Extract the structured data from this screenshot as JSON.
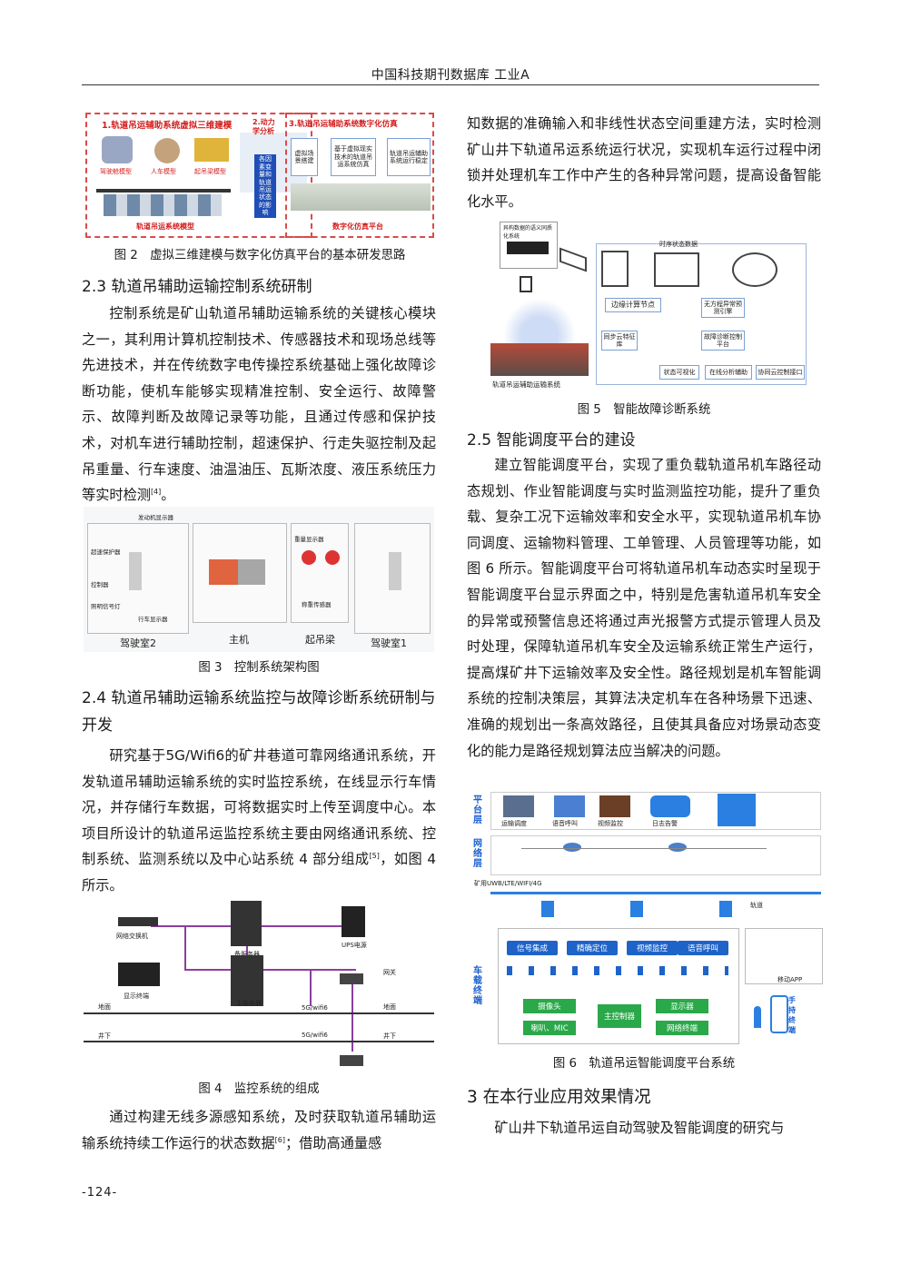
{
  "header": {
    "title": "中国科技期刊数据库 工业A"
  },
  "page_number": "-124-",
  "left": {
    "fig2": {
      "caption": "图 2　虚拟三维建模与数字化仿真平台的基本研发思路",
      "left_title": "1.轨道吊运辅助系统虚拟三维建模",
      "mid_title": "2.动力学分析",
      "right_title": "3.轨道吊运辅助系统数字化仿真",
      "model_labels": [
        "驾驶舱模型",
        "人车模型",
        "起吊梁模型"
      ],
      "system_model": "轨道吊运系统模型",
      "mid_box": "各因素变量和轨道吊运状态的影响",
      "sim_boxes": [
        "虚拟场景搭建",
        "基于虚拟现实技术的轨道吊运系统仿真",
        "轨道吊运辅助系统运行稳定"
      ],
      "platform": "数字化仿真平台"
    },
    "s23": {
      "heading": "2.3 轨道吊辅助运输控制系统研制",
      "p1": "控制系统是矿山轨道吊辅助运输系统的关键核心模块之一，其利用计算机控制技术、传感器技术和现场总线等先进技术，并在传统数字电传操控系统基础上强化故障诊断功能，使机车能够实现精准控制、安全运行、故障警示、故障判断及故障记录等功能，且通过传感和保护技术，对机车进行辅助控制，超速保护、行走失驱控制及起吊重量、行车速度、油温油压、瓦斯浓度、液压系统压力等实时检测",
      "p1_ref": "[4]",
      "p1_end": "。"
    },
    "fig3": {
      "caption": "图 3　控制系统架构图",
      "sections": [
        "驾驶室2",
        "主机",
        "起吊梁",
        "驾驶室1"
      ],
      "small_labels": [
        "超速保护器",
        "控制器",
        "照明信号灯",
        "发动机显示器",
        "行车显示器",
        "重量显示器",
        "称重传感器"
      ]
    },
    "s24": {
      "heading": "2.4 轨道吊辅助运输系统监控与故障诊断系统研制与开发",
      "p1": "研究基于5G/Wifi6的矿井巷道可靠网络通讯系统，开发轨道吊辅助运输系统的实时监控系统，在线显示行车情况，并存储行车数据，可将数据实时上传至调度中心。本项目所设计的轨道吊运监控系统主要由网络通讯系统、控制系统、监测系统以及中心站系统 4 部分组成",
      "p1_ref": "[5]",
      "p1_end": "，如图 4 所示。"
    },
    "fig4": {
      "caption": "图 4　监控系统的组成",
      "labels": {
        "switch": "网络交换机",
        "backup": "备服务器",
        "ups": "UPS电源",
        "display": "显示终端",
        "main": "主服务器",
        "gateway": "网关",
        "ground": "地面",
        "underground": "井下",
        "wifi": "5G/wifi6"
      }
    },
    "p_end": "通过构建无线多源感知系统，及时获取轨道吊辅助运输系统持续工作运行的状态数据",
    "p_end_ref": "[6]",
    "p_end_tail": "；借助高通量感"
  },
  "right": {
    "p_top": "知数据的准确输入和非线性状态空间重建方法，实时检测矿山井下轨道吊运系统运行状况，实现机车运行过程中闭锁并处理机车工作中产生的各种异常问题，提高设备智能化水平。",
    "fig5": {
      "caption": "图 5　智能故障诊断系统",
      "labels": {
        "hetero": "异构数据的语义同质化系统",
        "ts": "时序状态数据",
        "edge": "边缘计算节点",
        "sync": "同步云特征库",
        "engine": "无方程异常预测引擎",
        "diag": "故障诊断控制平台",
        "viz": "状态可视化",
        "online": "在线分析辅助",
        "coop": "协同云控制接口",
        "system": "轨道吊运辅助运输系统"
      }
    },
    "s25": {
      "heading": "2.5 智能调度平台的建设",
      "p1": "建立智能调度平台，实现了重负载轨道吊机车路径动态规划、作业智能调度与实时监测监控功能，提升了重负载、复杂工况下运输效率和安全水平，实现轨道吊机车协同调度、运输物料管理、工单管理、人员管理等功能，如图 6 所示。智能调度平台可将轨道吊机车动态实时呈现于智能调度平台显示界面之中，特别是危害轨道吊机车安全的异常或预警信息还将通过声光报警方式提示管理人员及时处理，保障轨道吊机车安全及运输系统正常生产运行，提高煤矿井下运输效率及安全性。路径规划是机车智能调系统的控制决策层，其算法决定机车在各种场景下迅速、准确的规划出一条高效路径，且使其具备应对场景动态变化的能力是路径规划算法应当解决的问题。"
    },
    "fig6": {
      "caption": "图 6　轨道吊运智能调度平台系统",
      "layers": [
        "平台层",
        "网络层",
        "车载终端",
        "手持终端"
      ],
      "platform_items": [
        "运输调度",
        "语音呼叫",
        "视频监控",
        "日志告警"
      ],
      "network_line": "矿用UWB/LTE/WIFI/4G",
      "track": "轨道",
      "functions": [
        "信号集成",
        "精确定位",
        "视频监控",
        "语音呼叫"
      ],
      "devices": [
        "摄像头",
        "显示器",
        "主控制器",
        "喇叭、MIC",
        "网络终端"
      ],
      "app": "移动APP"
    },
    "s3": {
      "heading": "3 在本行业应用效果情况",
      "p1": "矿山井下轨道吊运自动驾驶及智能调度的研究与"
    }
  }
}
